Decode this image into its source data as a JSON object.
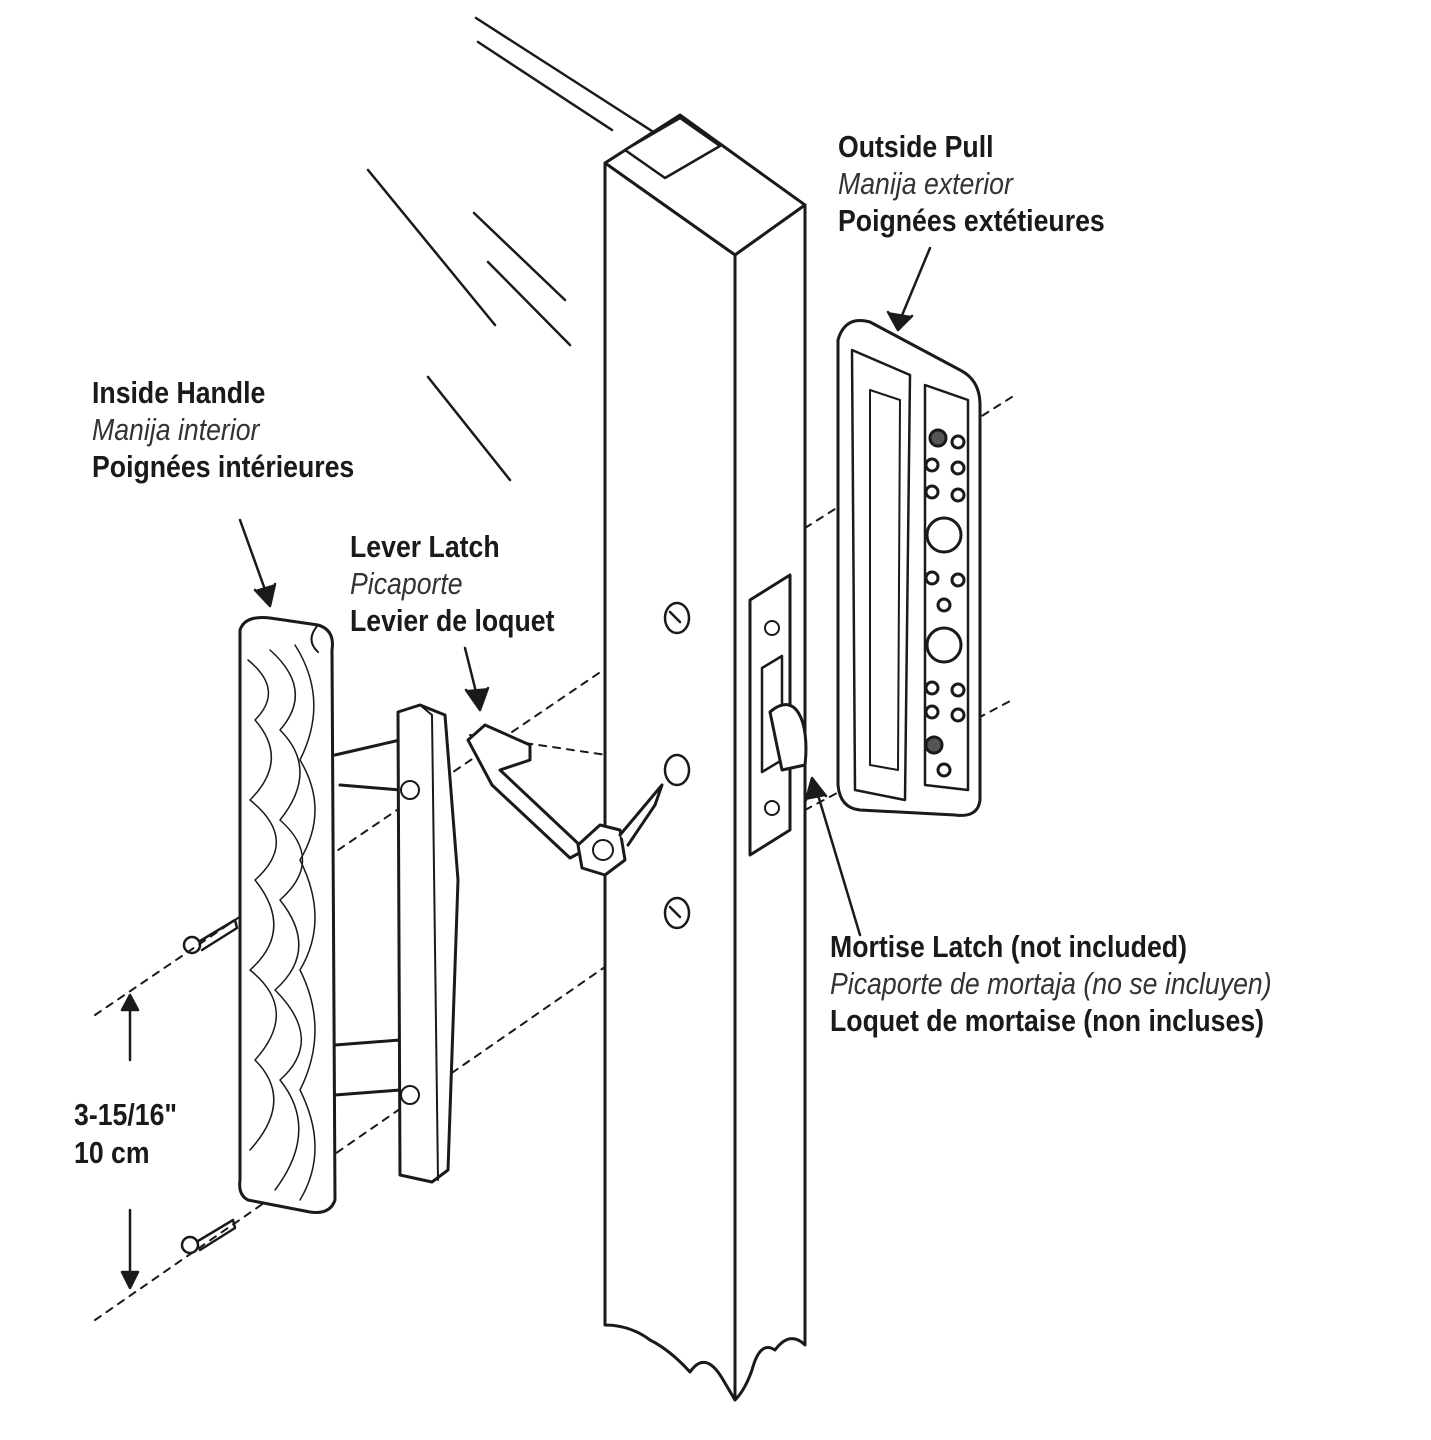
{
  "labels": {
    "outside_pull": {
      "en": "Outside Pull",
      "es": "Manija exterior",
      "fr": "Poignées extétieures"
    },
    "inside_handle": {
      "en": "Inside Handle",
      "es": "Manija interior",
      "fr": "Poignées intérieures"
    },
    "lever_latch": {
      "en": "Lever Latch",
      "es": "Picaporte",
      "fr": "Levier de loquet"
    },
    "mortise_latch": {
      "en": "Mortise Latch (not included)",
      "es": "Picaporte de mortaja (no se incluyen)",
      "fr": "Loquet de mortaise (non incluses)"
    }
  },
  "dimension": {
    "imperial": "3-15/16\"",
    "metric": "10 cm"
  }
}
